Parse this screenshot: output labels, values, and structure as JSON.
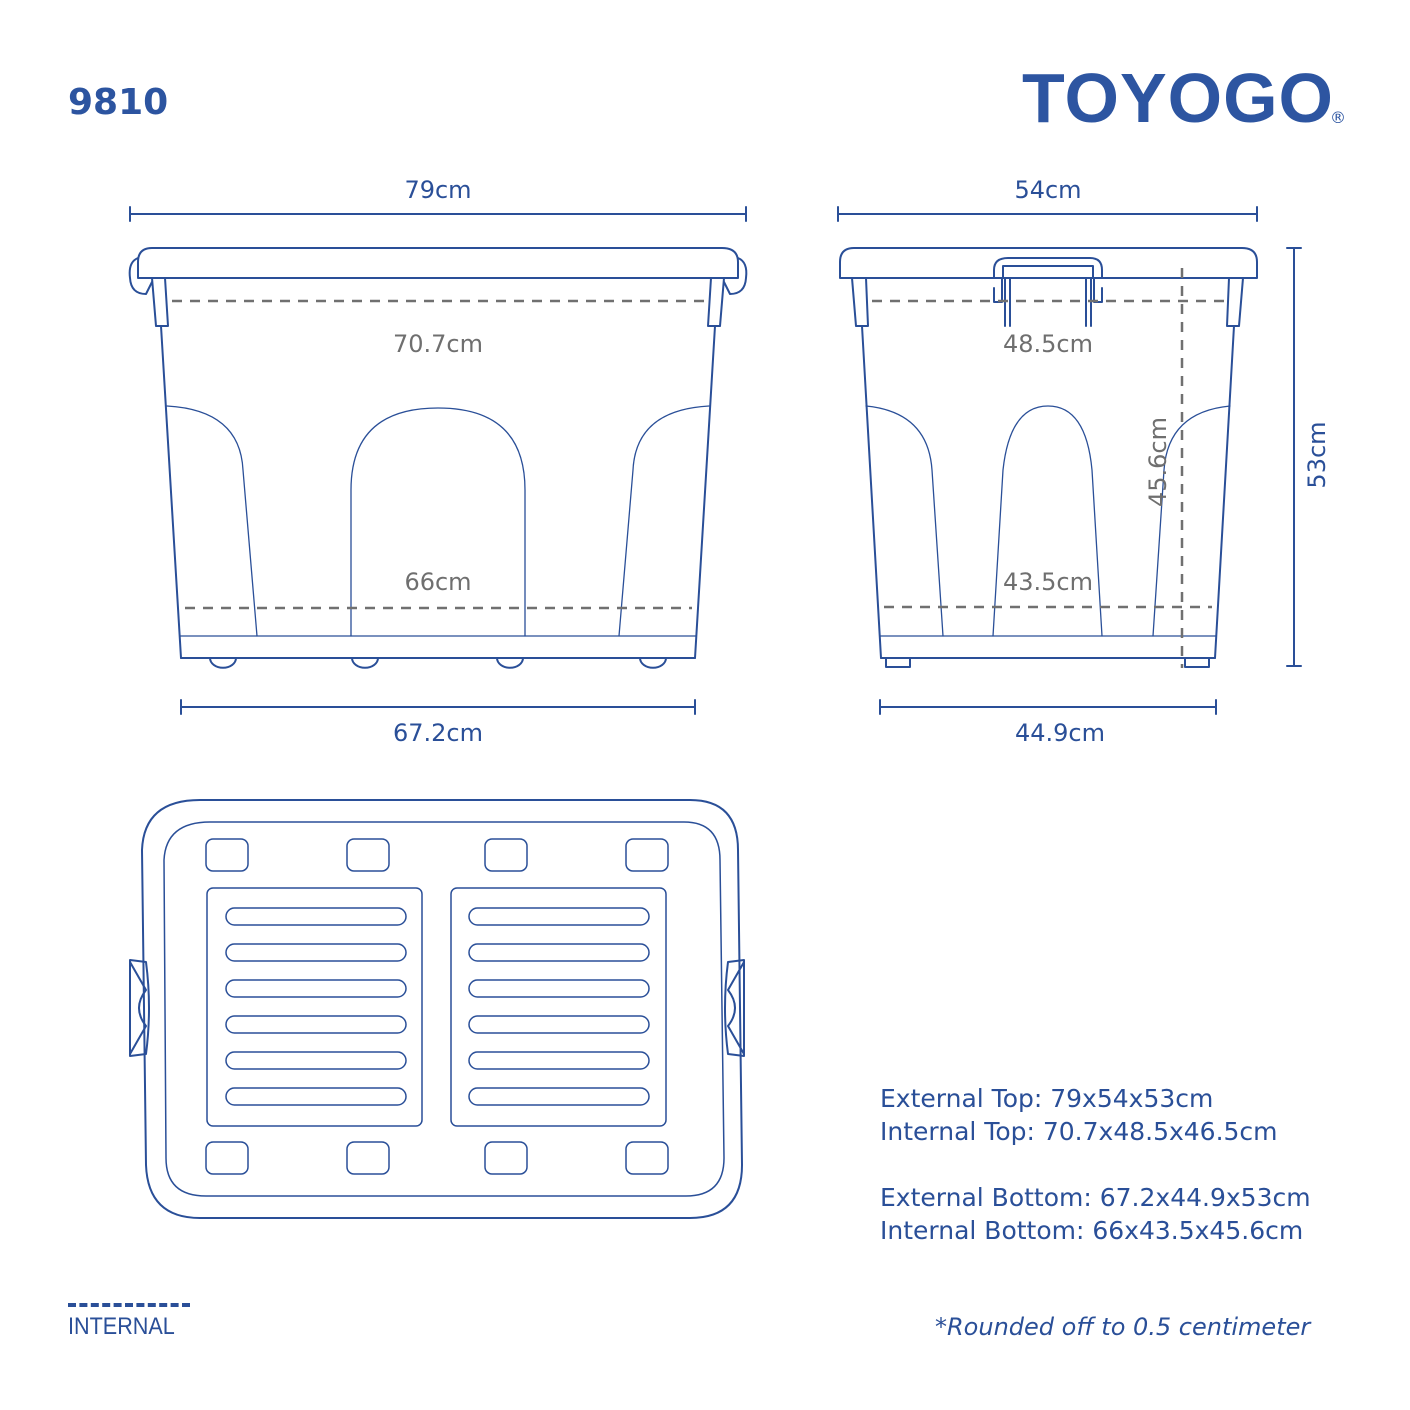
{
  "header": {
    "model_number": "9810",
    "brand": "TOYOGO",
    "registered_mark": "®"
  },
  "front_view": {
    "top_width": "79cm",
    "internal_top_width": "70.7cm",
    "internal_bottom_width": "66cm",
    "bottom_width": "67.2cm"
  },
  "side_view": {
    "top_depth": "54cm",
    "internal_top_depth": "48.5cm",
    "internal_bottom_depth": "43.5cm",
    "bottom_depth": "44.9cm",
    "internal_height": "45.6cm",
    "external_height": "53cm"
  },
  "specs": {
    "external_top": "External Top: 79x54x53cm",
    "internal_top": "Internal Top: 70.7x48.5x46.5cm",
    "external_bottom": "External Bottom: 67.2x44.9x53cm",
    "internal_bottom": "Internal Bottom: 66x43.5x45.6cm"
  },
  "legend": {
    "internal_label": "INTERNAL"
  },
  "footnote": "*Rounded off to 0.5 centimeter",
  "colors": {
    "outline": "#2a4f98",
    "internal_dash": "#707070",
    "background": "#ffffff"
  }
}
